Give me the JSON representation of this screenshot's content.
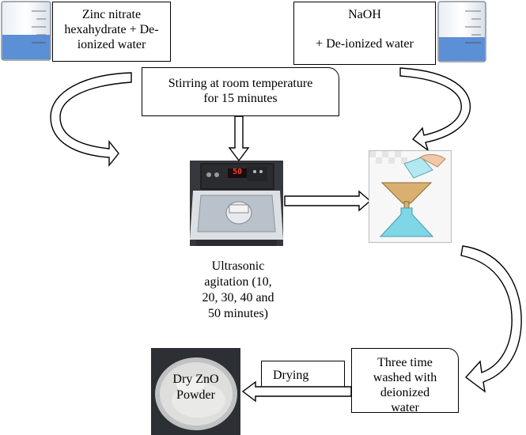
{
  "steps": {
    "zinc_nitrate": [
      "Zinc nitrate",
      "hexahydrate + De-",
      "ionized water"
    ],
    "naoh_line1": "NaOH",
    "naoh_line2": "+ De-ionized water",
    "stirring": [
      "Stirring at room temperature",
      "for 15 minutes"
    ],
    "ultrasonic": [
      "Ultrasonic",
      "agitation (10,",
      "20, 30, 40 and",
      "50 minutes)"
    ],
    "washing": [
      "Three time",
      "washed with",
      "deionized",
      "water"
    ],
    "drying": "Drying",
    "product": [
      "Dry ZnO",
      "Powder"
    ]
  },
  "ultrasonic_display": "50",
  "colors": {
    "liquid": "#5b8fd6",
    "photo_dark": "#2f3236",
    "powder": "#d9d9d6",
    "flask_liquid": "#7fd6e6",
    "funnel": "#c49a4a"
  }
}
